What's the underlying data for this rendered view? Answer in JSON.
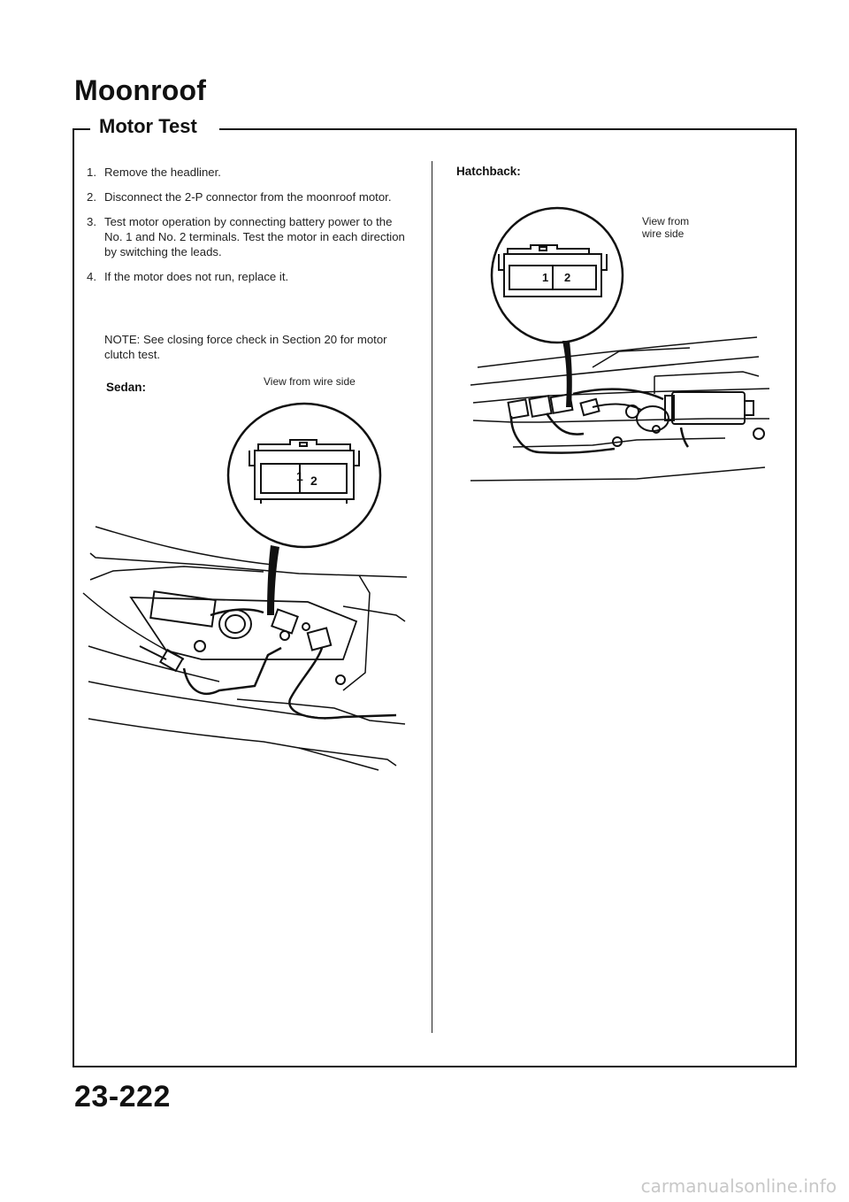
{
  "page": {
    "title": "Moonroof",
    "section": "Motor Test",
    "page_number": "23-222",
    "watermark": "carmanualsonline.info"
  },
  "steps": [
    {
      "num": "1.",
      "text": "Remove the headliner."
    },
    {
      "num": "2.",
      "text": "Disconnect the 2-P connector from the moonroof motor."
    },
    {
      "num": "3.",
      "text": "Test motor operation by connecting battery power to the No. 1 and No. 2 terminals. Test the motor in each direction by switching the leads."
    },
    {
      "num": "4.",
      "text": "If the motor does not run, replace it."
    }
  ],
  "note": "NOTE: See closing force check in Section 20 for motor clutch test.",
  "sedan": {
    "label": "Sedan:",
    "view_label": "View from wire side",
    "terminal_1": "1",
    "terminal_2": "2"
  },
  "hatchback": {
    "label": "Hatchback:",
    "view_label_line1": "View from",
    "view_label_line2": "wire side",
    "terminal_1": "1",
    "terminal_2": "2"
  }
}
